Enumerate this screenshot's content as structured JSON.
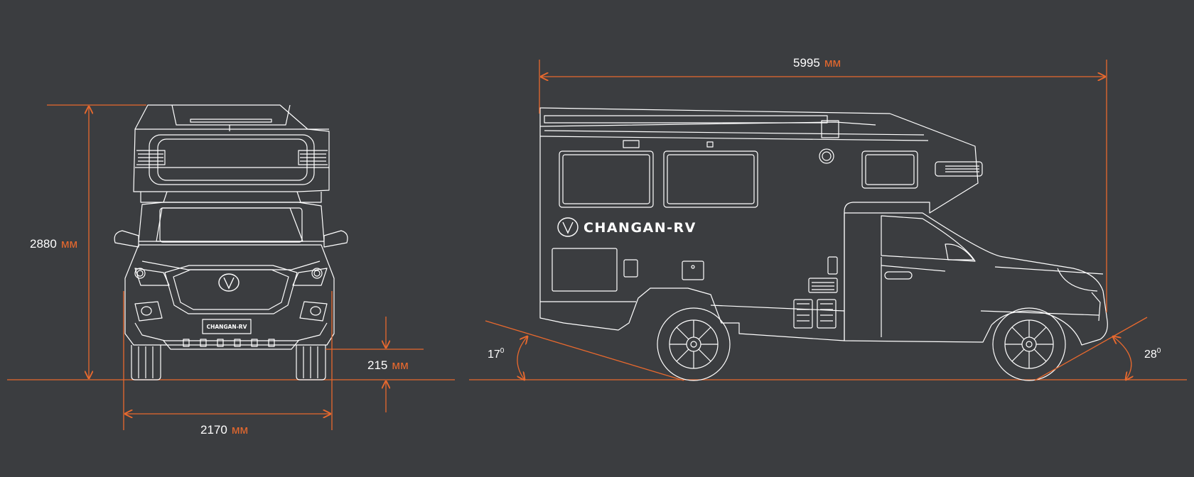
{
  "front_view": {
    "height": {
      "value": "2880",
      "unit": "мм"
    },
    "width": {
      "value": "2170",
      "unit": "мм"
    },
    "ground_clearance": {
      "value": "215",
      "unit": "мм"
    },
    "plate_text": "CHANGAN-RV"
  },
  "side_view": {
    "length": {
      "value": "5995",
      "unit": "мм"
    },
    "approach_angle": {
      "value": "17",
      "sup": "0"
    },
    "departure_angle": {
      "value": "28",
      "sup": "0"
    },
    "brand_text": "CHANGAN-RV"
  },
  "colors": {
    "background": "#3b3d40",
    "line": "#ffffff",
    "dimension": "#e8692e"
  }
}
